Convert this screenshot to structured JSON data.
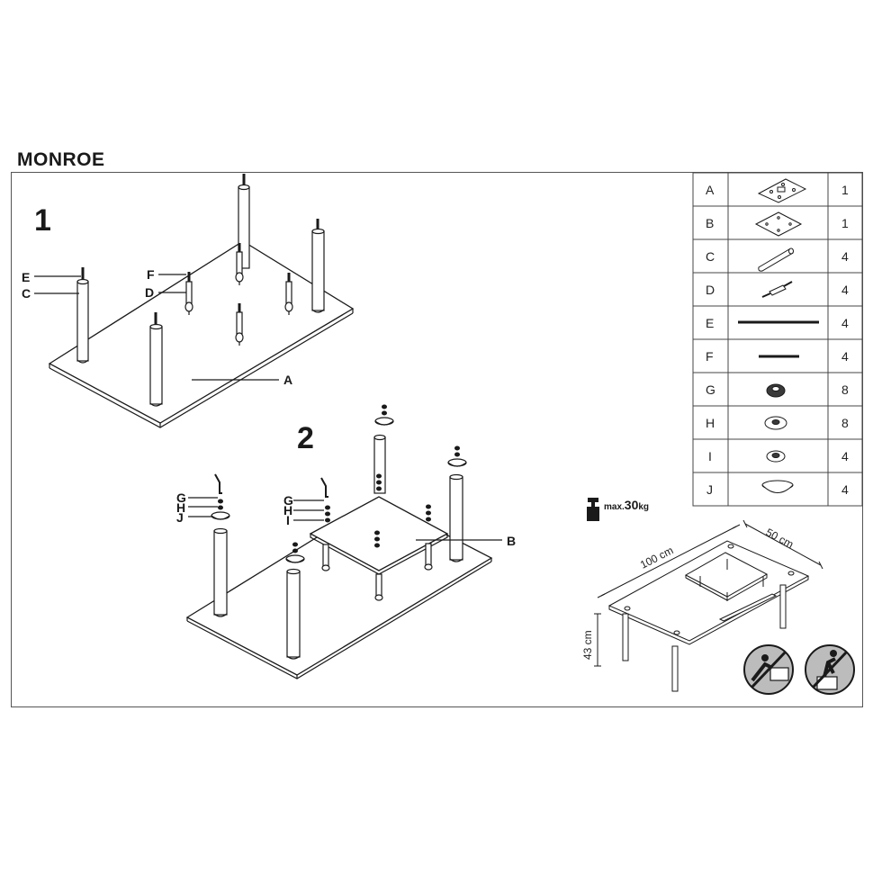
{
  "title": "MONROE",
  "steps": {
    "step1": "1",
    "step2": "2"
  },
  "step1_labels": {
    "e": "E",
    "c": "C",
    "f": "F",
    "d": "D",
    "a": "A"
  },
  "step2_labels": {
    "left_g": "G",
    "left_h": "H",
    "left_j": "J",
    "mid_g": "G",
    "mid_h": "H",
    "mid_i": "I",
    "b": "B"
  },
  "parts": [
    {
      "letter": "A",
      "icon": "tabletop-plate-with-holes-icon",
      "qty": "1"
    },
    {
      "letter": "B",
      "icon": "glass-shelf-icon",
      "qty": "1"
    },
    {
      "letter": "C",
      "icon": "leg-tube-icon",
      "qty": "4"
    },
    {
      "letter": "D",
      "icon": "connector-bolt-icon",
      "qty": "4"
    },
    {
      "letter": "E",
      "icon": "long-threaded-rod-icon",
      "qty": "4"
    },
    {
      "letter": "F",
      "icon": "short-threaded-rod-icon",
      "qty": "4"
    },
    {
      "letter": "G",
      "icon": "nut-icon",
      "qty": "8"
    },
    {
      "letter": "H",
      "icon": "washer-icon",
      "qty": "8"
    },
    {
      "letter": "I",
      "icon": "small-washer-icon",
      "qty": "4"
    },
    {
      "letter": "J",
      "icon": "suction-cup-icon",
      "qty": "4"
    }
  ],
  "max_load": {
    "prefix": "max.",
    "value": "30",
    "unit": "kg"
  },
  "dimensions": {
    "length": "100 cm",
    "width": "50 cm",
    "height": "43 cm"
  },
  "warnings": [
    "no-sitting-icon",
    "no-standing-icon"
  ]
}
